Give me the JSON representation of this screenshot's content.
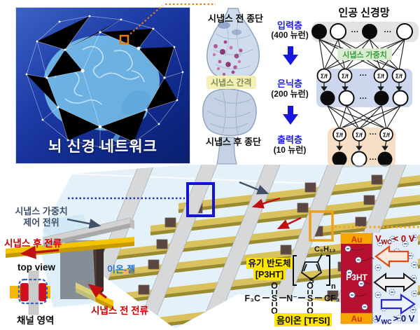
{
  "top": {
    "brain": {
      "caption": "뇌 신경 네트워크"
    },
    "synapse": {
      "pre_label": "시냅스 전 종단",
      "gap_label": "시냅스 간격",
      "post_label": "시냅스 후 종단"
    },
    "flow": {
      "layers": [
        {
          "name": "입력층",
          "count": "(400 뉴런)"
        },
        {
          "name": "은닉층",
          "count": "(200 뉴런)"
        },
        {
          "name": "출력층",
          "count": "(10 뉴런)"
        }
      ]
    },
    "ann": {
      "title": "인공 신경망",
      "weights_label": "시냅스 가중치",
      "node_label": "Σ/f",
      "ellipsis": "···"
    }
  },
  "bottom": {
    "labels": {
      "weight_control_line1": "시냅스 가중치",
      "weight_control_line2": "제어 전위",
      "post_current": "시냅스 후 전류",
      "top_view": "top view",
      "ion_gel": "이온-젤",
      "pre_current": "시냅스 전 전류",
      "channel_region": "채널 영역"
    },
    "chem": {
      "organic_semi_line1": "유기 반도체",
      "organic_semi_line2": "[P3HT]",
      "side_chain": "C₆H₁₃",
      "ring_atom": "S",
      "repeat_sub": "n",
      "o_atom": "O",
      "f3c": "F₃C",
      "s_left": "S",
      "n_minus": "N⁻",
      "s_right": "S",
      "cf3": "CF₃",
      "anion_label": "음이온 [TFSI]"
    },
    "panel": {
      "au_top": "Au",
      "p3ht": "P3HT",
      "au_bottom": "Au",
      "v_top": {
        "v": "V",
        "sub": "WC",
        "rest": "< 0 V"
      },
      "v_bottom": {
        "v": "V",
        "sub": "WC",
        "rest": "> 0 V"
      }
    },
    "colors": {
      "highlight_blue": "#1515d0",
      "highlight_orange": "#f0a018",
      "electrode_gold": "#f7a600",
      "p3ht_red": "#b5102f",
      "current_red": "#c01010",
      "layer_blue": "#1f1fe8",
      "weights_green": "#3a9a3a",
      "ion_gel_blue": "#cfe5f3"
    }
  }
}
